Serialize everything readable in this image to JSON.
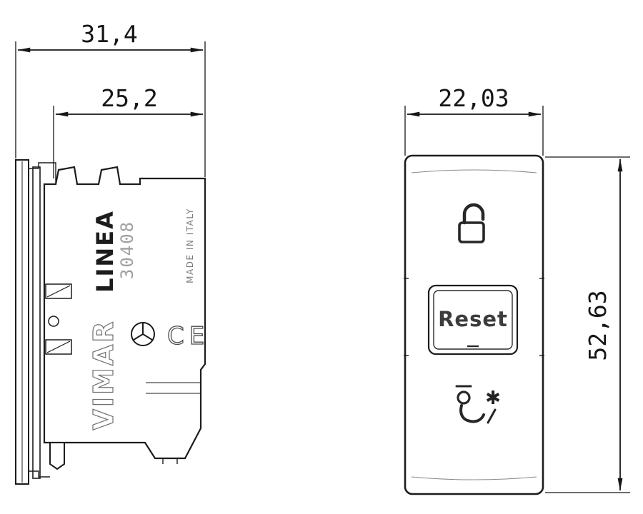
{
  "dimensions": {
    "overall_depth": "31,4",
    "module_depth": "25,2",
    "front_width": "22,03",
    "front_height": "52,63"
  },
  "side_view": {
    "series": "LINEA",
    "model": "30408",
    "made_in": "MADE IN ITALY",
    "brand": "VIMAR",
    "ce_mark": "CE"
  },
  "front_view": {
    "button_label": "Reset",
    "asterisk": "✱"
  },
  "colors": {
    "line": "#1c1c1c",
    "muted_text": "#8f8f8f",
    "background": "#ffffff"
  }
}
